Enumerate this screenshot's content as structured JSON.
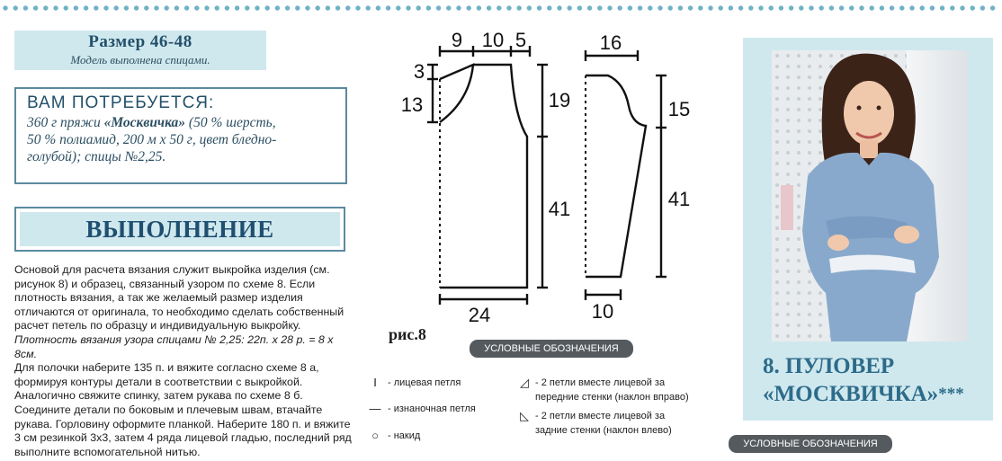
{
  "size": {
    "title": "Размер 46-48",
    "subtitle": "Модель выполнена спицами."
  },
  "needs": {
    "title": "ВАМ ПОТРЕБУЕТСЯ:",
    "line1a": "360 г пряжи ",
    "line1b": "«Москвичка»",
    "line1c": " (50 % шерсть,",
    "line2": "50 % полиамид, 200 м х 50 г, цвет бледно-",
    "line3": "голубой); спицы №2,25."
  },
  "execution": {
    "title": "ВЫПОЛНЕНИЕ"
  },
  "body": {
    "p1": "Основой для расчета вязания служит выкройка изделия (см. рисунок 8) и образец, связанный узором по схеме 8. Если плотность вязания, а так же желаемый размер изделия отличаются от оригинала, то необходимо сделать собственный расчет петель по образцу и индивидуальную выкройку.",
    "density": "Плотность вязания узора спицами № 2,25: 22п. х 28 р. = 8 х 8см.",
    "p2": "Для полочки наберите 135 п. и вяжите согласно схеме 8 а, формируя контуры детали в соответствии с выкройкой. Аналогично свяжите спинку, затем рукава по схеме 8 б. Соедините детали по боковым и плечевым швам, втачайте рукава. Горловину оформите планкой. Наберите 180 п. и вяжите 3 см резинкой 3х3, затем 4 ряда лицевой гладью, последний ряд выполните вспомогательной нитью."
  },
  "pattern": {
    "body_dims": {
      "top_left": "9",
      "top_mid": "10",
      "top_right": "5",
      "left_top": "3",
      "left_mid": "13",
      "right_top": "19",
      "right_bottom": "41",
      "bottom": "24"
    },
    "sleeve_dims": {
      "top": "16",
      "right_top": "15",
      "right_bottom": "41",
      "bottom": "10"
    },
    "figure_label": "рис.8"
  },
  "legend": {
    "pill_label": "УСЛОВНЫЕ ОБОЗНАЧЕНИЯ",
    "knit": "- лицевая петля",
    "purl": "- изнаночная петля",
    "yarn_over": "- накид",
    "k2tog_front_1": "- 2 петли вместе лицевой за",
    "k2tog_front_2": "передние стенки (наклон вправо)",
    "k2tog_back_1": "- 2 петли вместе лицевой  за",
    "k2tog_back_2": "задние стенки (наклон влево)",
    "symbols": {
      "knit": "I",
      "purl": "—",
      "yarn_over": "○",
      "k2tog_front": "◿",
      "k2tog_back": "◺"
    }
  },
  "product": {
    "title_line1": "8. ПУЛОВЕР",
    "title_line2": "«МОСКВИЧКА»",
    "stars": "***"
  },
  "colors": {
    "accent": "#2d6b8a",
    "panel": "#cfe8ee",
    "border": "#5a8aa0",
    "dots": "#6fb2c6"
  }
}
